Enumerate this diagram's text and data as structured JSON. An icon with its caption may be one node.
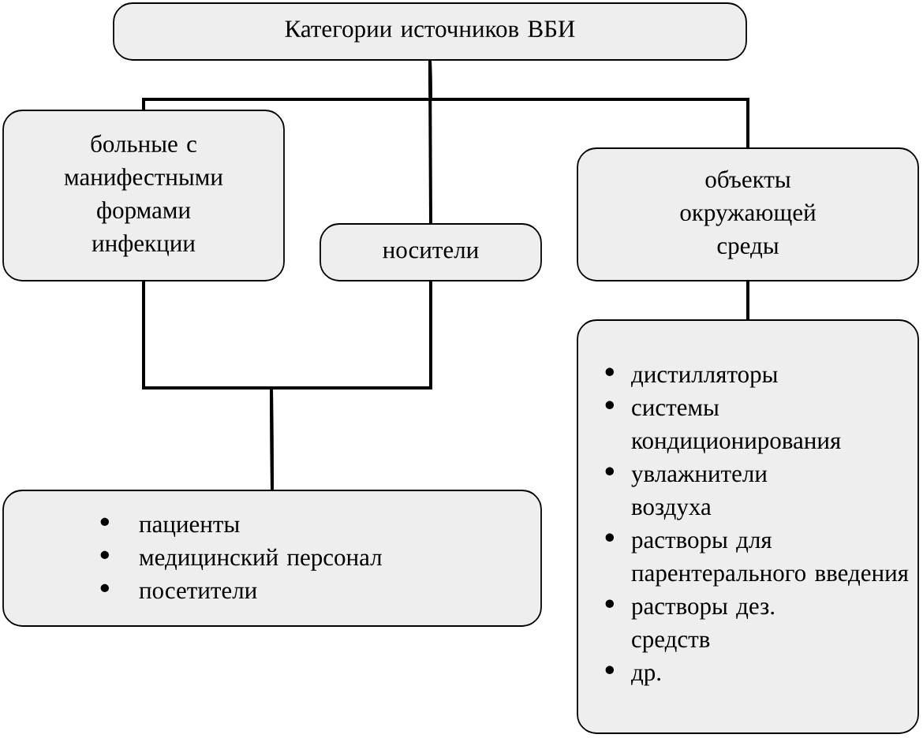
{
  "diagram": {
    "nodes": [
      {
        "text": [
          "Категории источников ВБИ"
        ]
      },
      {
        "text": [
          "больные с манифестными формами инфекции"
        ]
      },
      {
        "text": [
          "носители"
        ]
      },
      {
        "text": [
          "объекты окружающей среды"
        ]
      },
      {
        "text": [
          "пациенты",
          "медицинский персонал",
          "посетители"
        ]
      },
      {
        "text": [
          "дистилляторы",
          "системы кондиционирования",
          "увлажнители воздуха",
          "растворы для парентерального введения",
          "растворы дез. средств",
          "др."
        ]
      }
    ],
    "edges": [
      {
        "from": 0,
        "to": 1,
        "arrow": "none"
      },
      {
        "from": 0,
        "to": 2,
        "arrow": "none"
      },
      {
        "from": 0,
        "to": 3,
        "arrow": "none"
      },
      {
        "from": 1,
        "to": 4,
        "arrow": "none"
      },
      {
        "from": 2,
        "to": 4,
        "arrow": "none"
      },
      {
        "from": 3,
        "to": 5,
        "arrow": "none"
      }
    ]
  }
}
